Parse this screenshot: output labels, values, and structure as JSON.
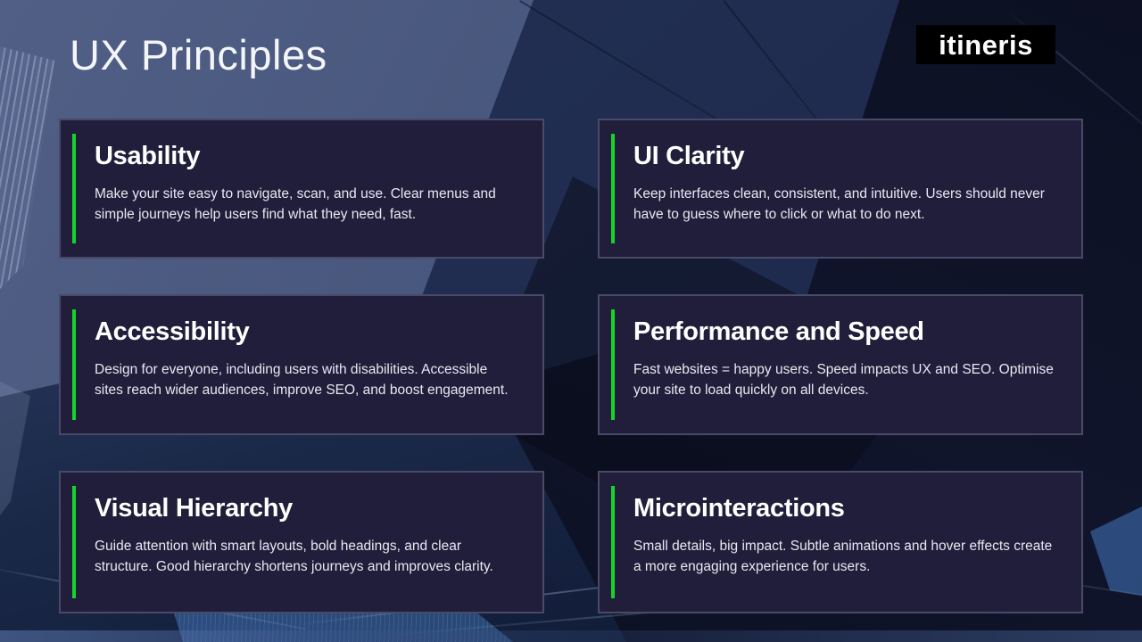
{
  "slide": {
    "title": "UX Principles"
  },
  "logo": {
    "text": "itineris"
  },
  "colors": {
    "accent_green": "#16d42a",
    "card_background": "#201e3a",
    "background_navy": "#131f3b",
    "slate_blue": "#47567c",
    "heading_white": "#ffffff",
    "body_text": "#e9e8f1",
    "logo_background": "#000000"
  },
  "cards": [
    {
      "title": "Usability",
      "description": "Make your site easy to navigate, scan, and use. Clear menus and simple journeys help users find what they need, fast."
    },
    {
      "title": "UI Clarity",
      "description": "Keep interfaces clean, consistent, and intuitive. Users should never have to guess where to click or what to do next."
    },
    {
      "title": "Accessibility",
      "description": "Design for everyone, including users with disabilities. Accessible sites reach wider audiences, improve SEO, and boost engagement."
    },
    {
      "title": "Performance and Speed",
      "description": "Fast websites = happy users. Speed impacts UX and SEO. Optimise your site to load quickly on all devices."
    },
    {
      "title": "Visual Hierarchy",
      "description": "Guide attention with smart layouts, bold headings, and clear structure. Good hierarchy shortens journeys and improves clarity."
    },
    {
      "title": "Microinteractions",
      "description": "Small details, big impact. Subtle animations and hover effects create a more engaging experience for users."
    }
  ]
}
